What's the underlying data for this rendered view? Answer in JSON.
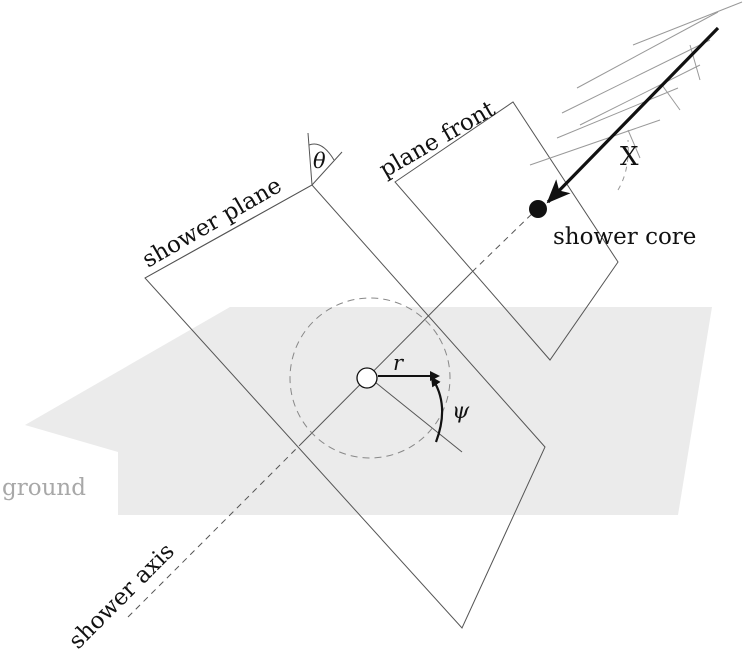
{
  "labels": {
    "shower_plane": "shower plane",
    "theta": "θ",
    "plane_front": "plane front",
    "x": "X",
    "shower_core": "shower core",
    "r": "r",
    "psi": "ψ",
    "ground": "ground",
    "shower_axis": "shower axis"
  },
  "colors": {
    "ground_fill": "#ebebeb",
    "ground_text": "#a8a8a8",
    "line": "#555555",
    "ink": "#111111"
  }
}
